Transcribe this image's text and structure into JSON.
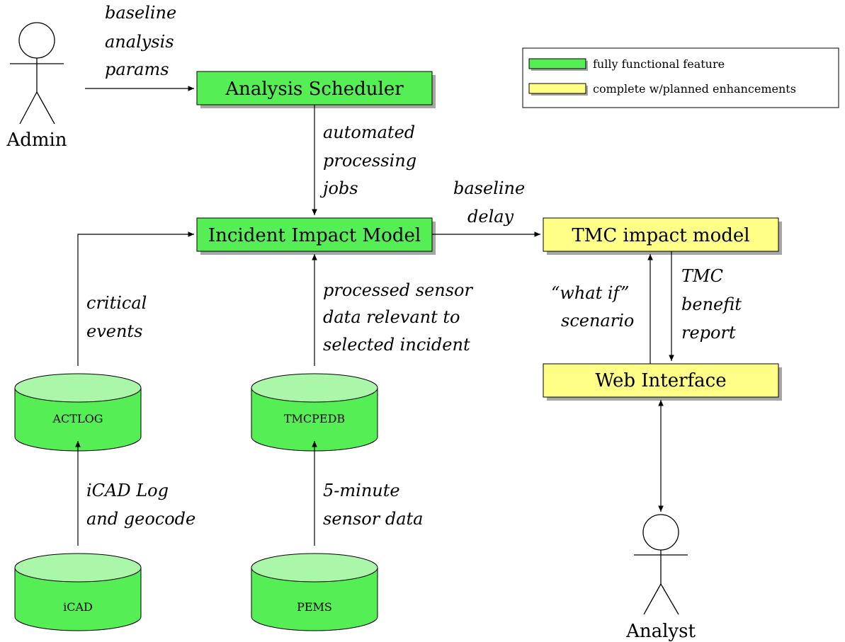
{
  "colors": {
    "functional": "#55ee55",
    "planned": "#ffff88",
    "db_top": "#aaf7aa",
    "shadow": "#a6a6a6"
  },
  "actors": {
    "admin": "Admin",
    "analyst": "Analyst"
  },
  "boxes": {
    "scheduler": "Analysis Scheduler",
    "iim": "Incident Impact Model",
    "tmc": "TMC impact model",
    "web": "Web Interface"
  },
  "databases": {
    "actlog": "ACTLOG",
    "tmcpedb": "TMCPEDB",
    "icad": "iCAD",
    "pems": "PEMS"
  },
  "edge_labels": {
    "admin_params": [
      "baseline",
      "analysis",
      "params"
    ],
    "jobs": [
      "automated",
      "processing",
      "jobs"
    ],
    "baseline_delay": [
      "baseline",
      "delay"
    ],
    "critical_events": [
      "critical",
      "events"
    ],
    "processed_sensor": [
      "processed sensor",
      "data relevant to",
      "selected incident"
    ],
    "what_if": [
      "“what if”",
      "scenario"
    ],
    "tmc_benefit": [
      "TMC",
      "benefit",
      "report"
    ],
    "icad_log": [
      "iCAD Log",
      "and geocode"
    ],
    "sensor_data": [
      "5-minute",
      "sensor data"
    ]
  },
  "legend": {
    "items": [
      {
        "label": "fully functional feature",
        "status": "functional"
      },
      {
        "label": "complete w/planned enhancements",
        "status": "planned"
      }
    ]
  }
}
